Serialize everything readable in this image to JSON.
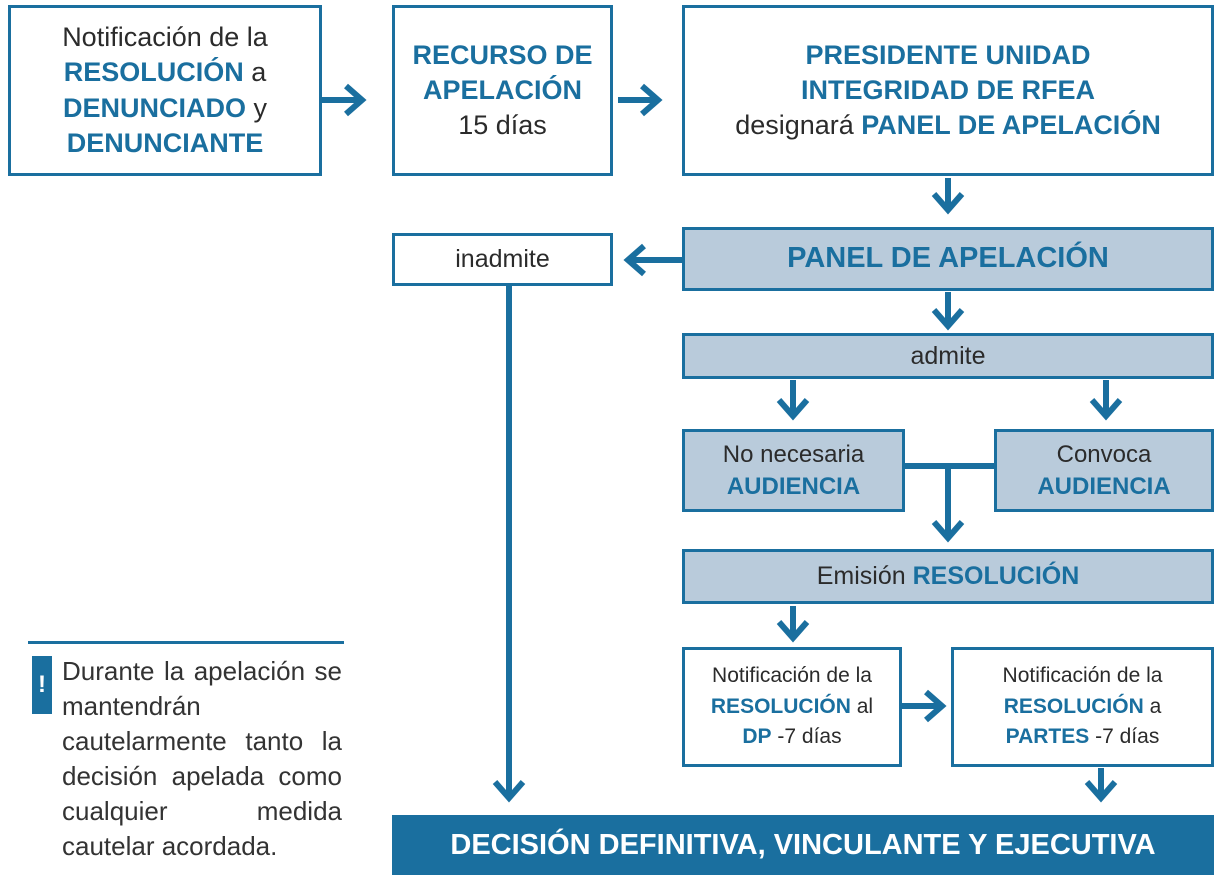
{
  "colors": {
    "accent": "#1a6f9f",
    "shaded": "#b9cbdb"
  },
  "box_notif1": {
    "l1": "Notificación de la",
    "l2a": "RESOLUCIÓN",
    "l2b": " a",
    "l3a": "DENUNCIADO",
    "l3b": " y",
    "l4": "DENUNCIANTE"
  },
  "box_recurso": {
    "l1": "RECURSO DE",
    "l2": "APELACIÓN",
    "l3": "15 días"
  },
  "box_presidente": {
    "l1": "PRESIDENTE UNIDAD",
    "l2": "INTEGRIDAD DE RFEA",
    "l3a": "designará ",
    "l3b": "PANEL DE APELACIÓN"
  },
  "box_inadmite": {
    "label": "inadmite"
  },
  "box_panel": {
    "label": "PANEL DE APELACIÓN"
  },
  "box_admite": {
    "label": "admite"
  },
  "box_no_necesaria": {
    "l1": "No necesaria",
    "l2": "AUDIENCIA"
  },
  "box_convoca": {
    "l1": "Convoca",
    "l2": "AUDIENCIA"
  },
  "box_emision": {
    "a": "Emisión ",
    "b": "RESOLUCIÓN"
  },
  "box_notif_dp": {
    "l1": "Notificación de la",
    "l2a": "RESOLUCIÓN",
    "l2b": " al",
    "l3a": "DP",
    "l3b": " -7 días"
  },
  "box_notif_partes": {
    "l1": "Notificación de la",
    "l2a": "RESOLUCIÓN",
    "l2b": " a",
    "l3a": "PARTES",
    "l3b": " -7 días"
  },
  "box_decision": {
    "label": "DECISIÓN DEFINITIVA, VINCULANTE Y EJECUTIVA"
  },
  "note": {
    "icon": "!",
    "text": "Durante la apelación se mantendrán cautelarmente tanto la decisión apelada como cualquier medida cautelar acordada."
  }
}
